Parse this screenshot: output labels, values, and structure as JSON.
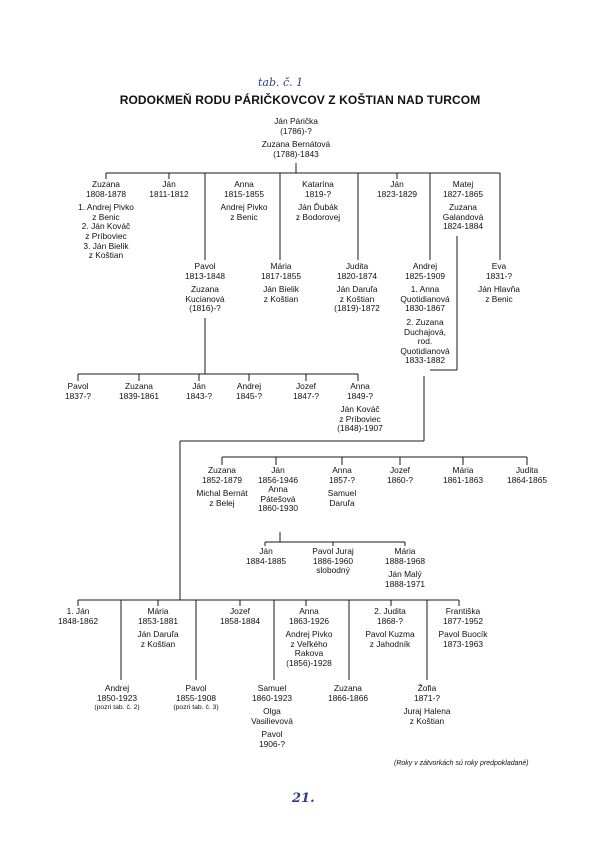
{
  "header": {
    "tab_mark": "tab. č. 1",
    "title": "RODOKMEŇ RODU PÁRIČKOVCOV Z KOŠTIAN NAD TURCOM"
  },
  "root": {
    "lines": [
      "Ján Párička",
      "(1786)-?",
      "",
      "Zuzana Bernátová",
      "(1788)-1843"
    ]
  },
  "gen1": [
    {
      "id": "zuzana",
      "lines": [
        "Zuzana",
        "1808-1878",
        "",
        "1. Andrej Pivko",
        "z Benic",
        "2. Ján Kováč",
        "z Príbovieс",
        "3. Ján Bielik",
        "z Koštian"
      ]
    },
    {
      "id": "jan1811",
      "lines": [
        "Ján",
        "1811-1812"
      ]
    },
    {
      "id": "anna1815",
      "lines": [
        "Anna",
        "1815-1855",
        "",
        "Andrej Pivko",
        "z Benic"
      ]
    },
    {
      "id": "katarina",
      "lines": [
        "Katarína",
        "1819-?",
        "",
        "Ján Ďubák",
        "z Bodorovej"
      ]
    },
    {
      "id": "jan1823",
      "lines": [
        "Ján",
        "1823-1829"
      ]
    },
    {
      "id": "matej",
      "lines": [
        "Matej",
        "1827-1865",
        "",
        "Zuzana",
        "Galandová",
        "1824-1884"
      ]
    }
  ],
  "gen1b": [
    {
      "id": "pavol1813",
      "lines": [
        "Pavol",
        "1813-1848",
        "",
        "Zuzana",
        "Kucianová",
        "(1816)-?"
      ]
    },
    {
      "id": "maria1817",
      "lines": [
        "Mária",
        "1817-1855",
        "",
        "Ján Bielik",
        "z Koštian"
      ]
    },
    {
      "id": "judita1820",
      "lines": [
        "Judita",
        "1820-1874",
        "",
        "Ján Daruľa",
        "z Koštian",
        "(1819)-1872"
      ]
    },
    {
      "id": "andrej1825",
      "lines": [
        "Andrej",
        "1825-1909",
        "",
        "1. Anna",
        "Quotidianová",
        "1830-1867",
        "",
        "2. Zuzana",
        "Duchajová,",
        "rod.",
        "Quotidianová",
        "1833-1882"
      ]
    },
    {
      "id": "eva1831",
      "lines": [
        "Eva",
        "1831-?",
        "",
        "Ján Hlavňa",
        "z Benic"
      ]
    }
  ],
  "pavol_children": [
    {
      "id": "pavol1837",
      "lines": [
        "Pavol",
        "1837-?"
      ]
    },
    {
      "id": "zuzana1839",
      "lines": [
        "Zuzana",
        "1839-1861"
      ]
    },
    {
      "id": "jan1843",
      "lines": [
        "Ján",
        "1843-?"
      ]
    },
    {
      "id": "andrej1845",
      "lines": [
        "Andrej",
        "1845-?"
      ]
    },
    {
      "id": "jozef1847",
      "lines": [
        "Jozef",
        "1847-?"
      ]
    },
    {
      "id": "anna1849",
      "lines": [
        "Anna",
        "1849-?",
        "",
        "Ján Kováč",
        "z Príbovieс",
        "(1848)-1907"
      ]
    }
  ],
  "andrej_children": [
    {
      "id": "zuzana1852",
      "lines": [
        "Zuzana",
        "1852-1879",
        "",
        "Michal Bernát",
        "z Belej"
      ]
    },
    {
      "id": "jan1856",
      "lines": [
        "Ján",
        "1856-1946",
        "",
        "Anna",
        "Pátešová",
        "1860-1930"
      ]
    },
    {
      "id": "anna1857",
      "lines": [
        "Anna",
        "1857-?",
        "",
        "Samuel",
        "Daruľa"
      ]
    },
    {
      "id": "jozef1860",
      "lines": [
        "Jozef",
        "1860-?"
      ]
    }
  ],
  "matej_children": [
    {
      "id": "maria1861",
      "lines": [
        "Mária",
        "1861-1863"
      ]
    },
    {
      "id": "judita1864",
      "lines": [
        "Judita",
        "1864-1865"
      ]
    }
  ],
  "jan_children": [
    {
      "id": "jan1884",
      "lines": [
        "Ján",
        "1884-1885"
      ]
    },
    {
      "id": "pavoljuraj",
      "lines": [
        "Pavol Juraj",
        "1886-1960",
        "slobodný"
      ]
    },
    {
      "id": "maria1888",
      "lines": [
        "Mária",
        "1888-1968",
        "",
        "Ján Malý",
        "1888-1971"
      ]
    }
  ],
  "bottom_row": [
    {
      "id": "jan1848",
      "lines": [
        "1. Ján",
        "1848-1862"
      ]
    },
    {
      "id": "maria1853",
      "lines": [
        "Mária",
        "1853-1881",
        "",
        "Ján Daruľa",
        "z Koštian"
      ]
    },
    {
      "id": "jozef1858",
      "lines": [
        "Jozef",
        "1858-1884"
      ]
    },
    {
      "id": "anna1863",
      "lines": [
        "Anna",
        "1863-1926",
        "",
        "Andrej Pivko",
        "z Veľkého",
        "Rakova",
        "(1856)-1928"
      ]
    },
    {
      "id": "judita1868",
      "lines": [
        "2. Judita",
        "1868-?",
        "",
        "Pavol Kuzma",
        "z Jahodník"
      ]
    },
    {
      "id": "frantiska",
      "lines": [
        "Františka",
        "1877-1952",
        "",
        "Pavol Buocík",
        "1873-1963"
      ]
    }
  ],
  "bottom_sub": [
    {
      "id": "andrej1850",
      "lines": [
        "Andrej",
        "1850-1923",
        "(pozri tab. č. 2)"
      ]
    },
    {
      "id": "pavol1855",
      "lines": [
        "Pavol",
        "1855-1908",
        "(pozri tab. č. 3)"
      ]
    },
    {
      "id": "samuel1860",
      "lines": [
        "Samuel",
        "1860-1923",
        "",
        "Olga",
        "Vasilievová",
        "",
        "Pavol",
        "1906-?"
      ]
    },
    {
      "id": "zuzana1866",
      "lines": [
        "Zuzana",
        "1866-1866"
      ]
    },
    {
      "id": "zofia",
      "lines": [
        "Žofia",
        "1871-?",
        "",
        "Juraj Halena",
        "z Koštian"
      ]
    }
  ],
  "footer": {
    "note": "(Roky v zátvorkách sú roky predpokladané)",
    "page_number": "21."
  }
}
